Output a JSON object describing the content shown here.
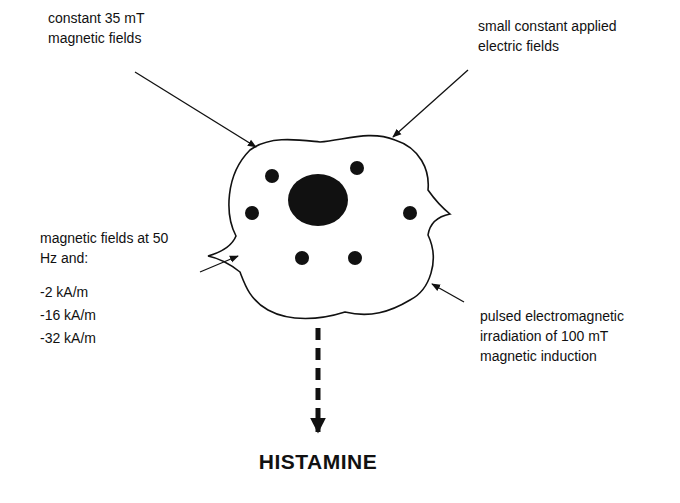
{
  "diagram": {
    "labels": [
      "constant 35 mT magnetic fields",
      "small constant applied electric fields",
      "magnetic fields at 50 Hz and:",
      "-2 kA/m",
      "-16 kA/m",
      "-32 kA/m",
      "pulsed electromagnetic irradiation of 100 mT magnetic induction",
      "HISTAMINE"
    ]
  }
}
